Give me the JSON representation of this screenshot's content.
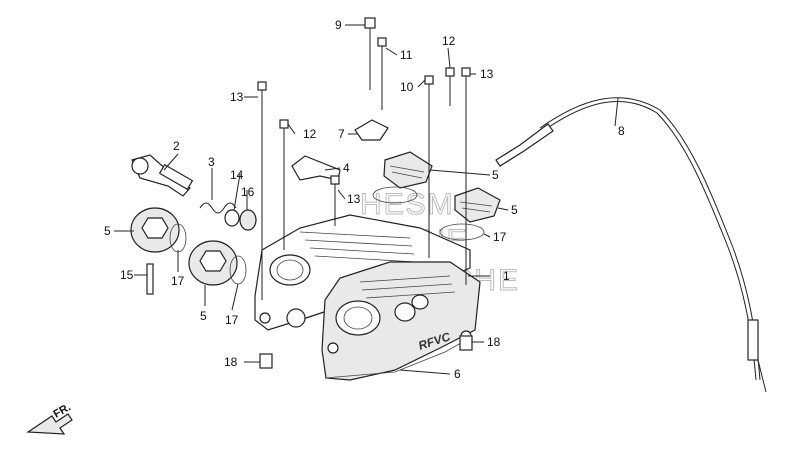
{
  "callouts": {
    "c1": "1",
    "c2": "2",
    "c3": "3",
    "c4": "4",
    "c5a": "5",
    "c5b": "5",
    "c5c": "5",
    "c5d": "5",
    "c6": "6",
    "c7": "7",
    "c8": "8",
    "c9": "9",
    "c10": "10",
    "c11": "11",
    "c12a": "12",
    "c12b": "12",
    "c13a": "13",
    "c13b": "13",
    "c13c": "13",
    "c14": "14",
    "c15": "15",
    "c16": "16",
    "c17a": "17",
    "c17b": "17",
    "c17c": "17",
    "c18a": "18",
    "c18b": "18"
  },
  "cover_marking": "RFVC",
  "direction_label": "FR.",
  "watermark": [
    "HESM",
    "ONLINE",
    "MICROFICHE"
  ]
}
